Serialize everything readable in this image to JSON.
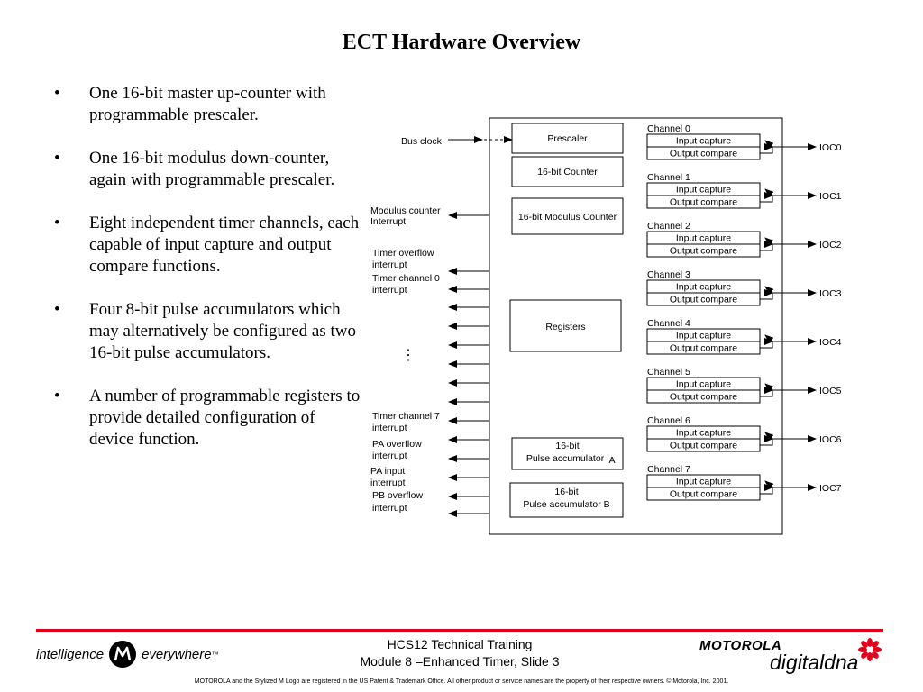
{
  "slide": {
    "title": "ECT Hardware Overview",
    "bullet_symbol": "•",
    "bullets": [
      "One 16-bit master up-counter with programmable prescaler.",
      "One 16-bit modulus down-counter, again with programmable prescaler.",
      "Eight independent timer channels, each capable of input capture and output compare functions.",
      "Four 8-bit pulse accumulators which may alternatively be configured as two 16-bit pulse accumulators.",
      "A number of programmable registers to provide detailed configuration of device function."
    ]
  },
  "diagram": {
    "inputs": {
      "bus_clock": "Bus clock"
    },
    "left_signals": {
      "modulus_1": "Modulus counter",
      "modulus_2": "Interrupt",
      "overflow_1": "Timer overflow",
      "overflow_2": "interrupt",
      "ch0_1": "Timer channel 0",
      "ch0_2": "interrupt",
      "ellipsis": "⋮",
      "ch7_1": "Timer channel 7",
      "ch7_2": "interrupt",
      "pa_ovf_1": "PA overflow",
      "pa_ovf_2": "interrupt",
      "pa_in_1": "PA input",
      "pa_in_2": "interrupt",
      "pb_ovf_1": "PB overflow",
      "pb_ovf_2": "interrupt"
    },
    "blocks": {
      "prescaler": "Prescaler",
      "counter": "16-bit Counter",
      "modulus_counter": "16-bit Modulus Counter",
      "registers": "Registers",
      "pa_a_1": "16-bit",
      "pa_a_2": "Pulse accumulator",
      "pa_a_suffix": "A",
      "pa_b_1": "16-bit",
      "pa_b_2": "Pulse accumulator B"
    },
    "channels": [
      {
        "name": "Channel 0",
        "input": "Input capture",
        "output": "Output compare",
        "pin": "IOC0"
      },
      {
        "name": "Channel 1",
        "input": "Input capture",
        "output": "Output compare",
        "pin": "IOC1"
      },
      {
        "name": "Channel 2",
        "input": "Input capture",
        "output": "Output compare",
        "pin": "IOC2"
      },
      {
        "name": "Channel 3",
        "input": "Input capture",
        "output": "Output compare",
        "pin": "IOC3"
      },
      {
        "name": "Channel 4",
        "input": "Input capture",
        "output": "Output compare",
        "pin": "IOC4"
      },
      {
        "name": "Channel 5",
        "input": "Input capture",
        "output": "Output compare",
        "pin": "IOC5"
      },
      {
        "name": "Channel 6",
        "input": "Input capture",
        "output": "Output compare",
        "pin": "IOC6"
      },
      {
        "name": "Channel 7",
        "input": "Input capture",
        "output": "Output compare",
        "pin": "IOC7"
      }
    ]
  },
  "footer": {
    "tagline_left": "intelligence",
    "tagline_right": "everywhere",
    "tm": "™",
    "line1": "HCS12 Technical Training",
    "line2": "Module 8 –Enhanced Timer, Slide 3",
    "brand": "MOTOROLA",
    "digital_dna": "digitaldna",
    "legal": "MOTOROLA and the Stylized M Logo are registered in the US Patent & Trademark Office. All other  product or service names are the property of their respective owners.  © Motorola, Inc. 2001.",
    "accent_color": "#e3001b"
  }
}
